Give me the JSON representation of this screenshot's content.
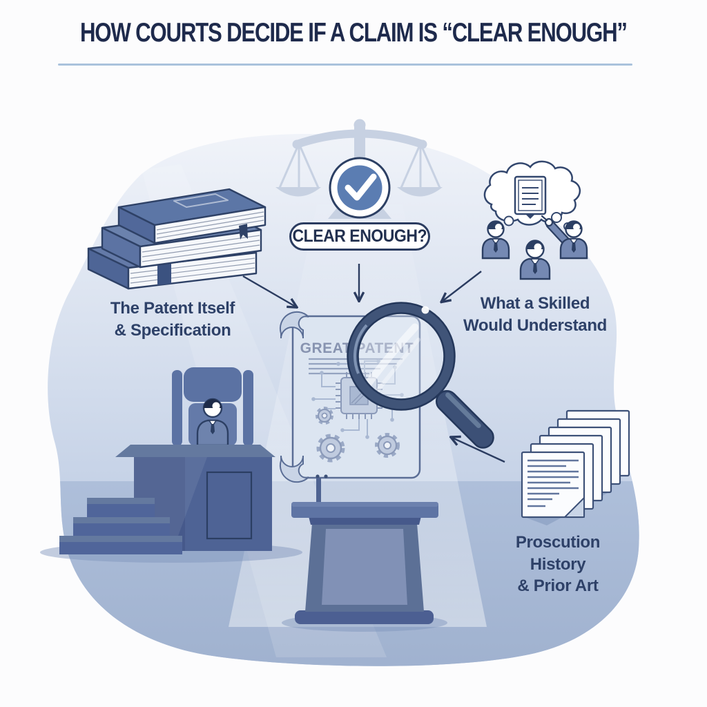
{
  "title": {
    "text": "HOW COURTS DECIDE IF A CLAIM IS “CLEAR ENOUGH”"
  },
  "center": {
    "question_badge": "CLEAR ENOUGH?",
    "scroll_heading": "GREAT PATENT"
  },
  "factors": {
    "patent_itself": {
      "label": "The Patent Itself\n& Specification"
    },
    "skilled_person": {
      "label": "What a Skilled\nWould Understand"
    },
    "prosecution_history": {
      "label": "Proscution\nHistory\n& Prior Art"
    }
  },
  "icons": {
    "scales": "scales-of-justice-icon",
    "check": "checkmark-badge-icon",
    "books": "law-books-icon",
    "thought": "thought-bubble-icon",
    "people": "skilled-people-icon",
    "judge": "judge-bench-icon",
    "scroll": "patent-scroll-icon",
    "magnifier": "magnifier-icon",
    "gears": "gear-icon",
    "chip": "circuit-chip-icon",
    "podium": "podium-icon",
    "documents": "documents-stack-icon"
  },
  "colors": {
    "title_navy": "#1e2a4c",
    "outline_navy": "#2c3f63",
    "underline_blue": "#a9c2dc",
    "badge_blue": "#5b7db2",
    "suit_blue": "#7589b3",
    "furniture_blue": "#4f6496",
    "blob_top": "#f0f3f9",
    "blob_bottom": "#afc0dc",
    "floor_blue": "#a3b5d2",
    "paper_blue": "#dce5f1"
  }
}
